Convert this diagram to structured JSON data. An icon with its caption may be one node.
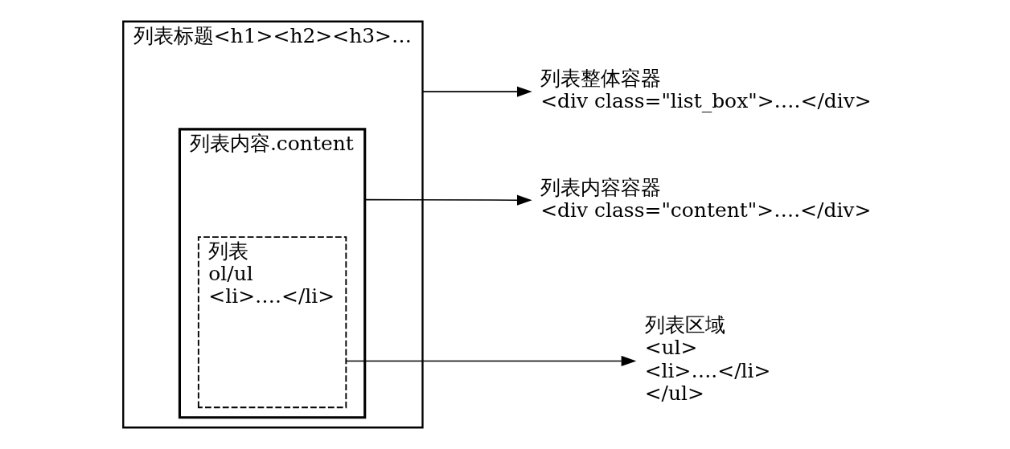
{
  "diagram": {
    "nodes": [
      {
        "text": [
          "列表标题<h1><h2><h3>…"
        ]
      },
      {
        "text": [
          "列表内容.content"
        ],
        "in": 0
      },
      {
        "text": [
          "列表",
          "ol/ul",
          "<li>….</li>"
        ],
        "in": 1
      },
      {
        "text": [
          "列表整体容器",
          "<div class=\"list_box\">….</div>"
        ]
      },
      {
        "text": [
          "列表内容容器",
          "<div class=\"content\">….</div>"
        ]
      },
      {
        "text": [
          "列表区域",
          "<ul>",
          "<li>….</li>",
          "</ul>"
        ]
      }
    ],
    "edges": [
      {
        "from": 0,
        "to": 3,
        "arrow": "to"
      },
      {
        "from": 1,
        "to": 4,
        "arrow": "to"
      },
      {
        "from": 2,
        "to": 5,
        "arrow": "to"
      }
    ]
  }
}
